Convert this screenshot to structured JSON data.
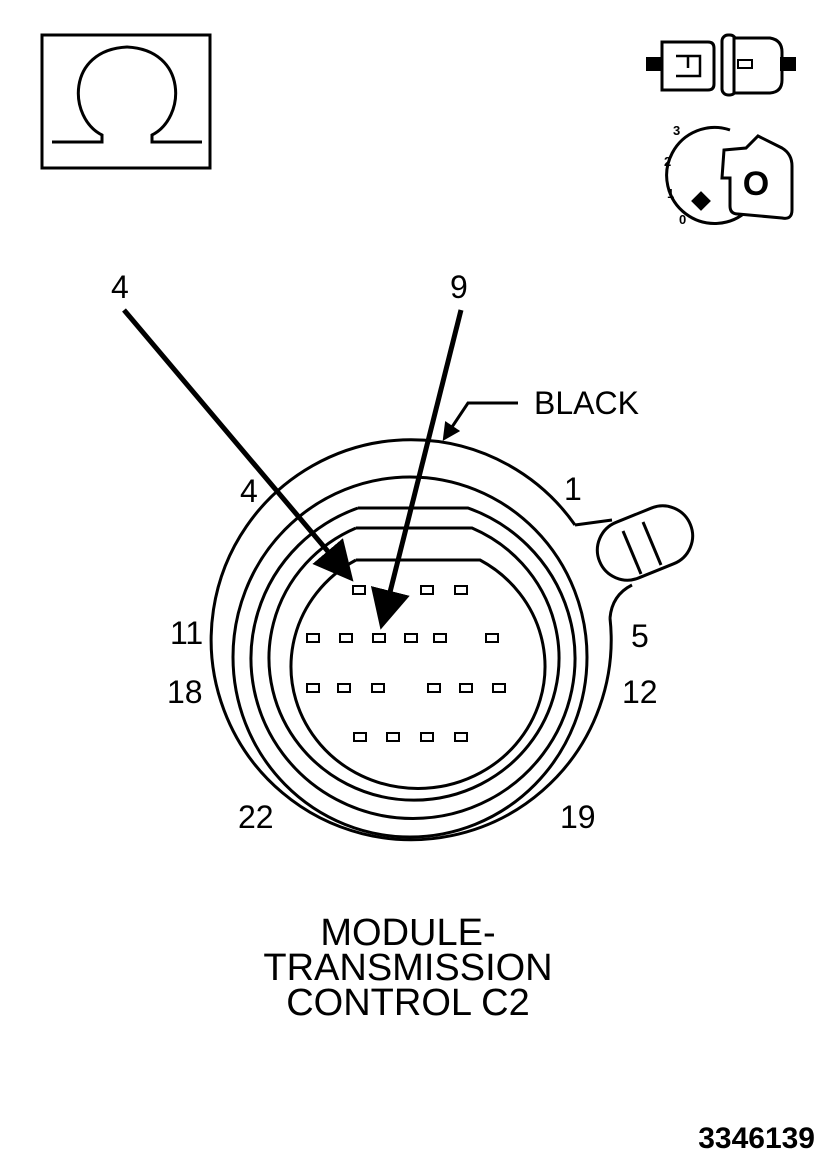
{
  "callouts": {
    "pin_a": "4",
    "pin_b": "9",
    "color": "BLACK"
  },
  "connector_labels": {
    "p1": "1",
    "p4": "4",
    "p5": "5",
    "p11": "11",
    "p12": "12",
    "p18": "18",
    "p19": "19",
    "p22": "22"
  },
  "ignition_key": {
    "pos3": "3",
    "pos2": "2",
    "pos1": "1",
    "pos0": "0",
    "state": "O"
  },
  "caption": {
    "line1": "MODULE-",
    "line2": "TRANSMISSION",
    "line3": "CONTROL C2"
  },
  "figure_id": "3346139",
  "icons": [
    "ohmmeter-icon",
    "disconnected-connector-icon",
    "ignition-off-icon"
  ]
}
